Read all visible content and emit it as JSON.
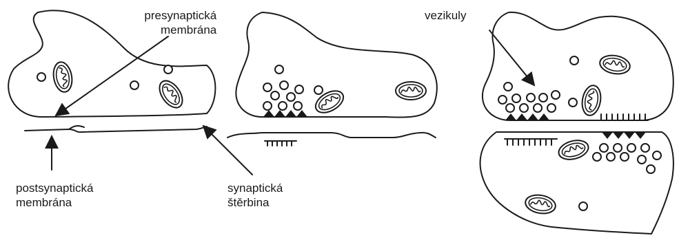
{
  "labels": {
    "presynaptic_line1": "presynaptická",
    "presynaptic_line2": "membrána",
    "vesicles": "vezikuly",
    "postsynaptic_line1": "postsynaptická",
    "postsynaptic_line2": "membrána",
    "cleft_line1": "synaptická",
    "cleft_line2": "štěrbina"
  }
}
